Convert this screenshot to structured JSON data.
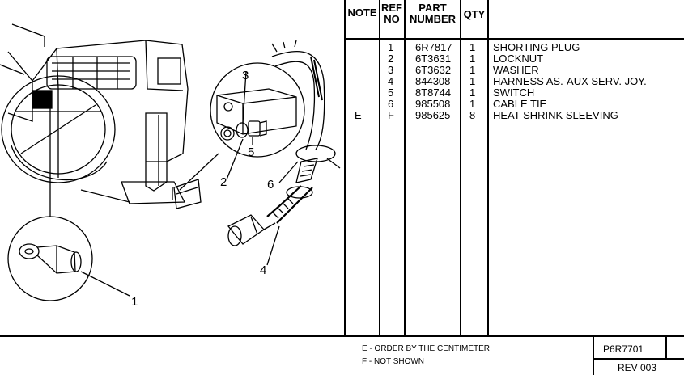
{
  "table": {
    "headers": {
      "note": "NOTE",
      "ref_no": "REF NO",
      "part_number": "PART NUMBER",
      "qty": "QTY"
    },
    "rows": [
      {
        "note": "",
        "ref": "1",
        "part": "6R7817",
        "qty": "1",
        "desc": "SHORTING PLUG"
      },
      {
        "note": "",
        "ref": "2",
        "part": "6T3631",
        "qty": "1",
        "desc": "LOCKNUT"
      },
      {
        "note": "",
        "ref": "3",
        "part": "6T3632",
        "qty": "1",
        "desc": "WASHER"
      },
      {
        "note": "",
        "ref": "4",
        "part": "844308",
        "qty": "1",
        "desc": "HARNESS AS.-AUX SERV. JOY."
      },
      {
        "note": "",
        "ref": "5",
        "part": "8T8744",
        "qty": "1",
        "desc": "SWITCH"
      },
      {
        "note": "",
        "ref": "6",
        "part": "985508",
        "qty": "1",
        "desc": "CABLE TIE"
      },
      {
        "note": "E",
        "ref": "F",
        "part": "985625",
        "qty": "8",
        "desc": "HEAT SHRINK SLEEVING"
      }
    ]
  },
  "footnotes": [
    "E - ORDER BY THE CENTIMETER",
    "F - NOT SHOWN"
  ],
  "doc": {
    "number": "P6R7701",
    "revision": "REV 003"
  },
  "diagram": {
    "callouts": [
      "1",
      "2",
      "3",
      "4",
      "5",
      "6"
    ]
  }
}
